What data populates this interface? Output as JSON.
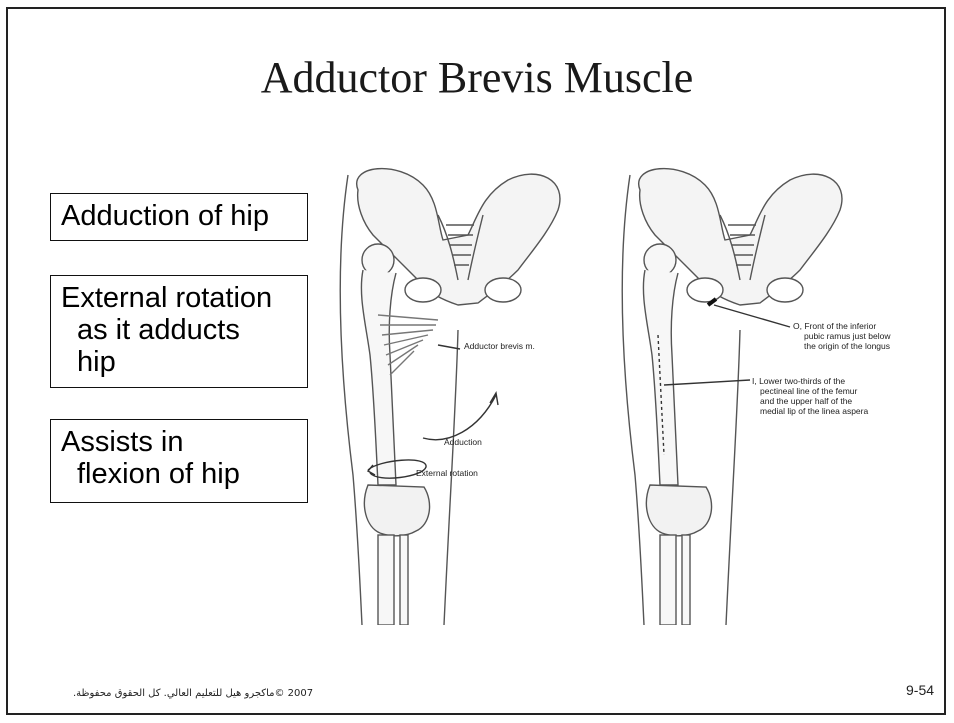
{
  "slide": {
    "title": "Adductor Brevis Muscle",
    "actions": [
      {
        "lines": [
          "Adduction of hip"
        ]
      },
      {
        "lines": [
          "External rotation",
          "as it adducts",
          "hip"
        ]
      },
      {
        "lines": [
          "Assists in",
          "flexion of hip"
        ]
      }
    ],
    "figure_left": {
      "muscle_label": "Adductor brevis m.",
      "adduction_label": "Adduction",
      "rotation_label": "External rotation"
    },
    "figure_right": {
      "origin_label": [
        "O, Front of the inferior",
        "pubic ramus just below",
        "the origin of the longus"
      ],
      "insertion_label": [
        "I, Lower two-thirds of the",
        "pectineal line of the femur",
        "and the upper half of the",
        "medial lip of the linea aspera"
      ]
    },
    "footer": {
      "copyright": "2007 ©ماكجرو هيل للتعليم العالي. كل الحقوق محفوظة.",
      "slide_number": "9-54"
    }
  }
}
